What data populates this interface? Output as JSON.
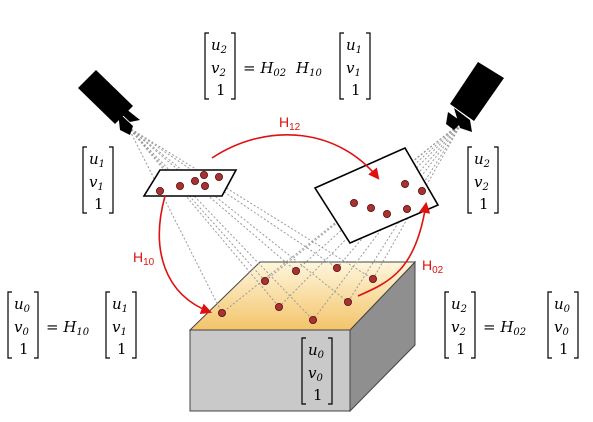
{
  "colors": {
    "arrow": "#e01010",
    "point": "#a83232",
    "point_edge": "#5a1010",
    "ray": "#9a9a9a",
    "box_top_light": "#fff6dc",
    "box_top_dark": "#f3c46a",
    "box_front": "#c9c9c9",
    "box_side": "#8f8f8f",
    "camera": "#000000"
  },
  "icons": [
    "camera-1-icon",
    "camera-2-icon"
  ],
  "labels": {
    "h12": {
      "main": "H",
      "sub": "12"
    },
    "h10": {
      "main": "H",
      "sub": "10"
    },
    "h02": {
      "main": "H",
      "sub": "02"
    }
  },
  "equations": {
    "top": {
      "lhs": {
        "u": "u",
        "u_sub": "2",
        "v": "v",
        "v_sub": "2",
        "one": "1"
      },
      "op": "= H",
      "h1_sub": "02",
      "h2": "H",
      "h2_sub": "10",
      "rhs": {
        "u": "u",
        "u_sub": "1",
        "v": "v",
        "v_sub": "1",
        "one": "1"
      }
    },
    "left_cam": {
      "u": "u",
      "u_sub": "1",
      "v": "v",
      "v_sub": "1",
      "one": "1"
    },
    "right_cam": {
      "u": "u",
      "u_sub": "2",
      "v": "v",
      "v_sub": "2",
      "one": "1"
    },
    "bottom_left": {
      "lhs": {
        "u": "u",
        "u_sub": "0",
        "v": "v",
        "v_sub": "0",
        "one": "1"
      },
      "op": "= H",
      "h_sub": "10",
      "rhs": {
        "u": "u",
        "u_sub": "1",
        "v": "v",
        "v_sub": "1",
        "one": "1"
      }
    },
    "box_front": {
      "u": "u",
      "u_sub": "0",
      "v": "v",
      "v_sub": "0",
      "one": "1"
    },
    "bottom_right": {
      "lhs": {
        "u": "u",
        "u_sub": "2",
        "v": "v",
        "v_sub": "2",
        "one": "1"
      },
      "op": "= H",
      "h_sub": "02",
      "rhs": {
        "u": "u",
        "u_sub": "0",
        "v": "v",
        "v_sub": "0",
        "one": "1"
      }
    }
  }
}
